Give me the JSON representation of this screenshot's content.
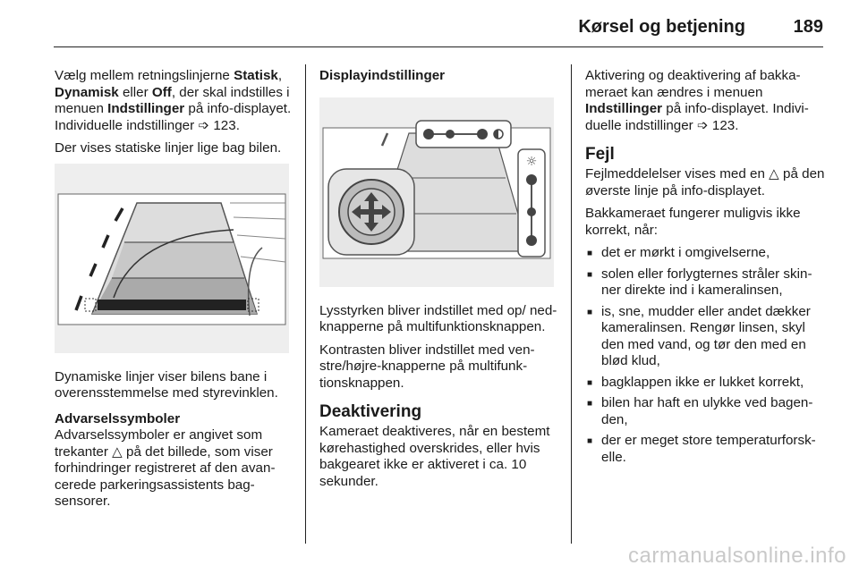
{
  "header": {
    "title": "Kørsel og betjening",
    "page": "189"
  },
  "col1": {
    "p1_a": "Vælg mellem retningslinjerne ",
    "p1_b1": "Statisk",
    "p1_c": ", ",
    "p1_b2": "Dynamisk",
    "p1_d": " eller ",
    "p1_b3": "Off",
    "p1_e": ", der skal indstilles i menuen ",
    "p1_b4": "Indstillinger",
    "p1_f": " på info-displayet. Individuelle indstil­linger ",
    "p1_ref": "➩ 123.",
    "p2": "Der vises statiske linjer lige bag bilen.",
    "p3": "Dynamiske linjer viser bilens bane i overensstemmelse med styrevink­len.",
    "heading": "Advarselssymboler",
    "p4": "Advarselssymboler er angivet som trekanter △ på det billede, som viser forhindringer registreret af den avan­cerede parkeringsassistents bag­sensorer."
  },
  "col2": {
    "heading": "Displayindstillinger",
    "p1": "Lysstyrken bliver indstillet med op/ ned-knapperne på multifunktions­knappen.",
    "p2": "Kontrasten bliver indstillet med ven­stre/højre-knapperne på multifunk­tionsknappen.",
    "section": "Deaktivering",
    "p3": "Kameraet deaktiveres, når en be­stemt kørehastighed overskrides, el­ler hvis bakgearet ikke er aktiveret i ca. 10 sekunder."
  },
  "col3": {
    "p1_a": "Aktivering og deaktivering af bakka­meraet kan ændres i menuen ",
    "p1_b": "Indstillinger",
    "p1_c": " på info-displayet. Indivi­duelle indstillinger ",
    "p1_ref": "➩ 123.",
    "section": "Fejl",
    "p2": "Fejlmeddelelser vises med en △ på den øverste linje på info-displayet.",
    "p3": "Bakkameraet fungerer muligvis ikke korrekt, når:",
    "bullets": [
      "det er mørkt i omgivelserne,",
      "solen eller forlygternes stråler skin­ner direkte ind i kameralinsen,",
      "is, sne, mudder eller andet dækker kameralinsen. Rengør linsen, skyl den med vand, og tør den med en blød klud,",
      "bagklappen ikke er lukket korrekt,",
      "bilen har haft en ulykke ved bagen­den,",
      "der er meget store temperaturforsk­elle."
    ]
  },
  "watermark": "carmanualsonline.info"
}
